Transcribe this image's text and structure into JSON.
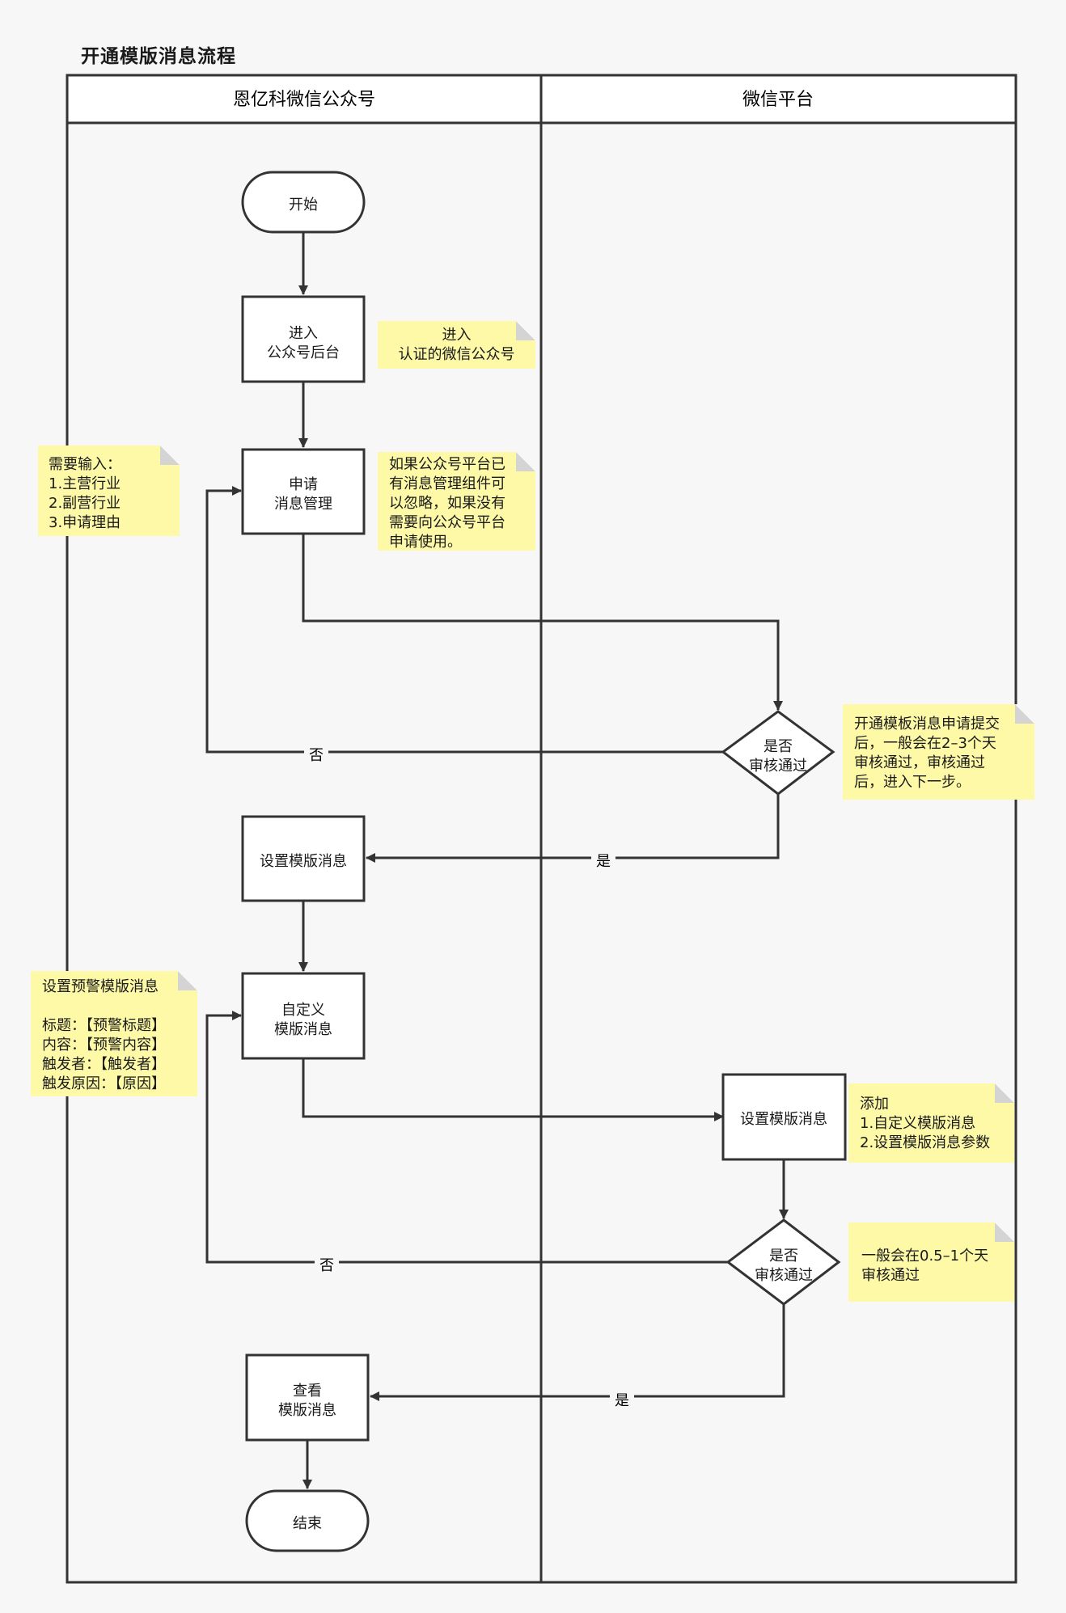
{
  "title": "开通模版消息流程",
  "lanes": [
    "恩亿科微信公众号",
    "微信平台"
  ],
  "nodes": {
    "start": "开始",
    "enter_backend": [
      "进入",
      "公众号后台"
    ],
    "apply_msg_mgmt": [
      "申请",
      "消息管理"
    ],
    "review1": [
      "是否",
      "审核通过"
    ],
    "set_template": "设置模版消息",
    "custom_template": [
      "自定义",
      "模版消息"
    ],
    "platform_set_template": "设置模版消息",
    "review2": [
      "是否",
      "审核通过"
    ],
    "view_template": [
      "查看",
      "模版消息"
    ],
    "end": "结束"
  },
  "edge_labels": {
    "no1": "否",
    "yes1": "是",
    "no2": "否",
    "yes2": "是"
  },
  "notes": {
    "enter_note": "进入\n认证的微信公众号",
    "input_note": "需要输入：\n1.主营行业\n2.副营行业\n3.申请理由",
    "ignore_note": "如果公众号平台已\n有消息管理组件可\n以忽略，如果没有\n需要向公众号平台\n申请使用。",
    "review_note": "开通模板消息申请提交\n后，一般会在2–3个天\n审核通过，审核通过\n后，进入下一步。",
    "warning_note": "设置预警模版消息\n\n标题：【预警标题】\n内容：【预警内容】\n触发者：【触发者】\n触发原因：【原因】",
    "add_note": "添加\n1.自定义模版消息\n2.设置模版消息参数",
    "review2_note": "一般会在0.5–1个天\n审核通过"
  }
}
